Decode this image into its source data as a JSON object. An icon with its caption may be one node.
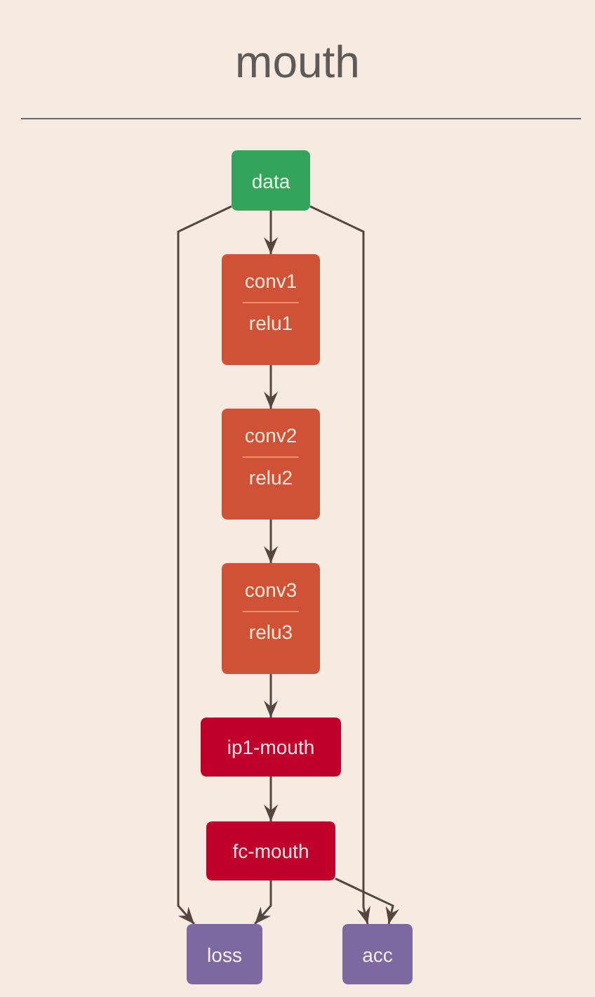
{
  "diagram": {
    "title": "mouth",
    "nodes": [
      {
        "text": [
          "data"
        ]
      },
      {
        "text": [
          "conv1",
          "relu1"
        ]
      },
      {
        "text": [
          "conv2",
          "relu2"
        ]
      },
      {
        "text": [
          "conv3",
          "relu3"
        ]
      },
      {
        "text": [
          "ip1-mouth"
        ]
      },
      {
        "text": [
          "fc-mouth"
        ]
      },
      {
        "text": [
          "loss"
        ]
      },
      {
        "text": [
          "acc"
        ]
      }
    ],
    "edges": [
      {
        "from": 0,
        "to": 1,
        "arrow": "to"
      },
      {
        "from": 0,
        "to": 6,
        "arrow": "to"
      },
      {
        "from": 0,
        "to": 7,
        "arrow": "to"
      },
      {
        "from": 1,
        "to": 2,
        "arrow": "to"
      },
      {
        "from": 2,
        "to": 3,
        "arrow": "to"
      },
      {
        "from": 3,
        "to": 4,
        "arrow": "to"
      },
      {
        "from": 4,
        "to": 5,
        "arrow": "to"
      },
      {
        "from": 5,
        "to": 6,
        "arrow": "to"
      },
      {
        "from": 5,
        "to": 7,
        "arrow": "to"
      }
    ]
  }
}
